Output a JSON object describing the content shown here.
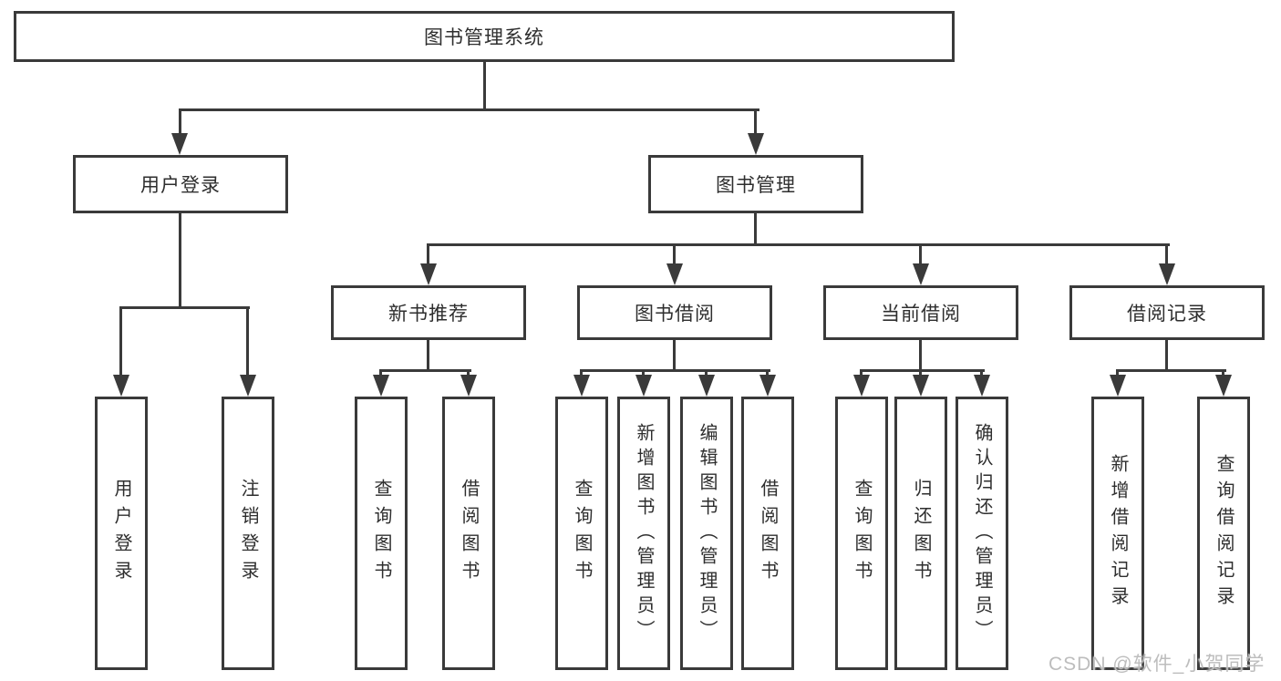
{
  "tree": {
    "root": {
      "label": "图书管理系统"
    },
    "level2": [
      {
        "label": "用户登录",
        "children": [
          {
            "label": "用户登录"
          },
          {
            "label": "注销登录"
          }
        ]
      },
      {
        "label": "图书管理",
        "children": [
          {
            "label": "新书推荐",
            "children": [
              {
                "label": "查询图书"
              },
              {
                "label": "借阅图书"
              }
            ]
          },
          {
            "label": "图书借阅",
            "children": [
              {
                "label": "查询图书"
              },
              {
                "label": "新增图书（管理员）"
              },
              {
                "label": "编辑图书（管理员）"
              },
              {
                "label": "借阅图书"
              }
            ]
          },
          {
            "label": "当前借阅",
            "children": [
              {
                "label": "查询图书"
              },
              {
                "label": "归还图书"
              },
              {
                "label": "确认归还（管理员）"
              }
            ]
          },
          {
            "label": "借阅记录",
            "children": [
              {
                "label": "新增借阅记录"
              },
              {
                "label": "查询借阅记录"
              }
            ]
          }
        ]
      }
    ]
  },
  "watermark": {
    "text": "CSDN @软件_小贺同学"
  },
  "colors": {
    "line": "#3a3a3a",
    "text": "#2e2e2e",
    "watermark": "#bdbdbd",
    "background": "#ffffff"
  }
}
